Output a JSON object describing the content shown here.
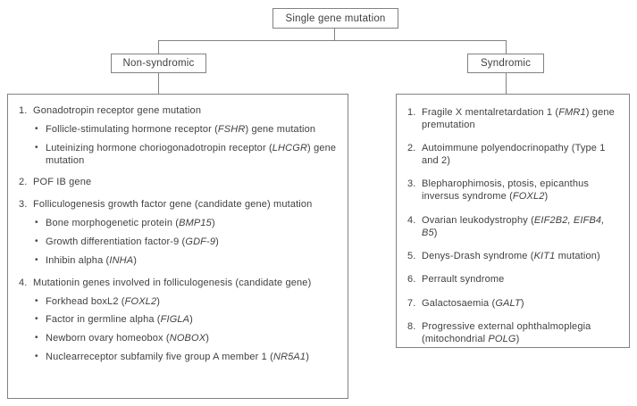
{
  "colors": {
    "border": "#808285",
    "line": "#808285",
    "text": "#414042",
    "background": "#ffffff"
  },
  "tree": {
    "root_label": "Single gene mutation",
    "left_branch_label": "Non-syndromic",
    "right_branch_label": "Syndromic"
  },
  "non_syndromic": {
    "items": [
      {
        "number": "1.",
        "text": [
          {
            "t": "Gonadotropin receptor gene mutation"
          }
        ],
        "bullets": [
          [
            {
              "t": "Follicle-stimulating hormone receptor ("
            },
            {
              "t": "FSHR",
              "i": true
            },
            {
              "t": ") gene mutation"
            }
          ],
          [
            {
              "t": "Luteinizing hormone choriogonadotropin receptor ("
            },
            {
              "t": "LHCGR",
              "i": true
            },
            {
              "t": ") gene mutation"
            }
          ]
        ]
      },
      {
        "number": "2.",
        "text": [
          {
            "t": "POF IB gene"
          }
        ],
        "bullets": []
      },
      {
        "number": "3.",
        "text": [
          {
            "t": "Folliculogenesis growth factor gene (candidate gene) mutation"
          }
        ],
        "bullets": [
          [
            {
              "t": "Bone morphogenetic protein ("
            },
            {
              "t": "BMP15",
              "i": true
            },
            {
              "t": ")"
            }
          ],
          [
            {
              "t": "Growth differentiation factor-9 ("
            },
            {
              "t": "GDF-9",
              "i": true
            },
            {
              "t": ")"
            }
          ],
          [
            {
              "t": "Inhibin alpha ("
            },
            {
              "t": "INHA",
              "i": true
            },
            {
              "t": ")"
            }
          ]
        ]
      },
      {
        "number": "4.",
        "text": [
          {
            "t": "Mutationin genes involved in folliculogenesis (candidate gene)"
          }
        ],
        "bullets": [
          [
            {
              "t": "Forkhead boxL2 ("
            },
            {
              "t": "FOXL2",
              "i": true
            },
            {
              "t": ")"
            }
          ],
          [
            {
              "t": "Factor in germline alpha ("
            },
            {
              "t": "FIGLA",
              "i": true
            },
            {
              "t": ")"
            }
          ],
          [
            {
              "t": "Newborn ovary homeobox ("
            },
            {
              "t": "NOBOX",
              "i": true
            },
            {
              "t": ")"
            }
          ],
          [
            {
              "t": "Nuclearreceptor subfamily five group A member 1 ("
            },
            {
              "t": "NR5A1",
              "i": true
            },
            {
              "t": ")"
            }
          ]
        ]
      }
    ]
  },
  "syndromic": {
    "items": [
      {
        "number": "1.",
        "text": [
          {
            "t": "Fragile X mentalretardation 1 ("
          },
          {
            "t": "FMR1",
            "i": true
          },
          {
            "t": ") gene premutation"
          }
        ],
        "bullets": []
      },
      {
        "number": "2.",
        "text": [
          {
            "t": "Autoimmune polyendocrinopathy (Type 1 and 2)"
          }
        ],
        "bullets": []
      },
      {
        "number": "3.",
        "text": [
          {
            "t": "Blepharophimosis, ptosis, epicanthus inversus syndrome ("
          },
          {
            "t": "FOXL2",
            "i": true
          },
          {
            "t": ")"
          }
        ],
        "bullets": []
      },
      {
        "number": "4.",
        "text": [
          {
            "t": "Ovarian leukodystrophy ("
          },
          {
            "t": "EIF2B2, EIFB4, B5",
            "i": true
          },
          {
            "t": ")"
          }
        ],
        "bullets": []
      },
      {
        "number": "5.",
        "text": [
          {
            "t": "Denys-Drash syndrome ("
          },
          {
            "t": "KIT1",
            "i": true
          },
          {
            "t": " mutation)"
          }
        ],
        "bullets": []
      },
      {
        "number": "6.",
        "text": [
          {
            "t": "Perrault syndrome"
          }
        ],
        "bullets": []
      },
      {
        "number": "7.",
        "text": [
          {
            "t": "Galactosaemia ("
          },
          {
            "t": "GALT",
            "i": true
          },
          {
            "t": ")"
          }
        ],
        "bullets": []
      },
      {
        "number": "8.",
        "text": [
          {
            "t": "Progressive external ophthalmoplegia (mitochondrial "
          },
          {
            "t": "POLG",
            "i": true
          },
          {
            "t": ")"
          }
        ],
        "bullets": []
      }
    ]
  }
}
